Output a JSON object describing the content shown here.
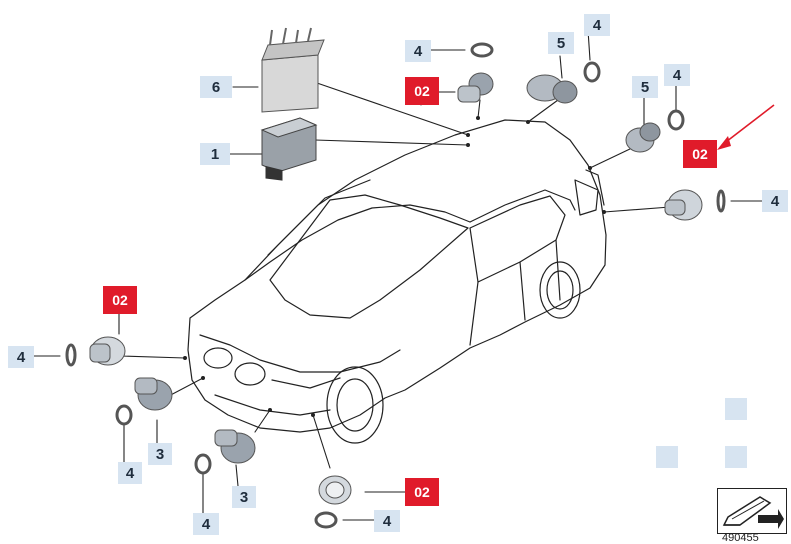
{
  "labels": {
    "l6": "6",
    "l1": "1",
    "l5a": "5",
    "l5b": "5",
    "l4a": "4",
    "l4b": "4",
    "l4c": "4",
    "l4d": "4",
    "l4e": "4",
    "l4f": "4",
    "l4g": "4",
    "l4h": "4",
    "l3a": "3",
    "l3b": "3",
    "r1": "02",
    "r2": "02",
    "r3": "02",
    "r4": "02"
  },
  "figure_number": "490455",
  "colors": {
    "highlight": "#e01b2a",
    "label_bg": "#d7e4f1",
    "arrow": "#e01b2a"
  }
}
